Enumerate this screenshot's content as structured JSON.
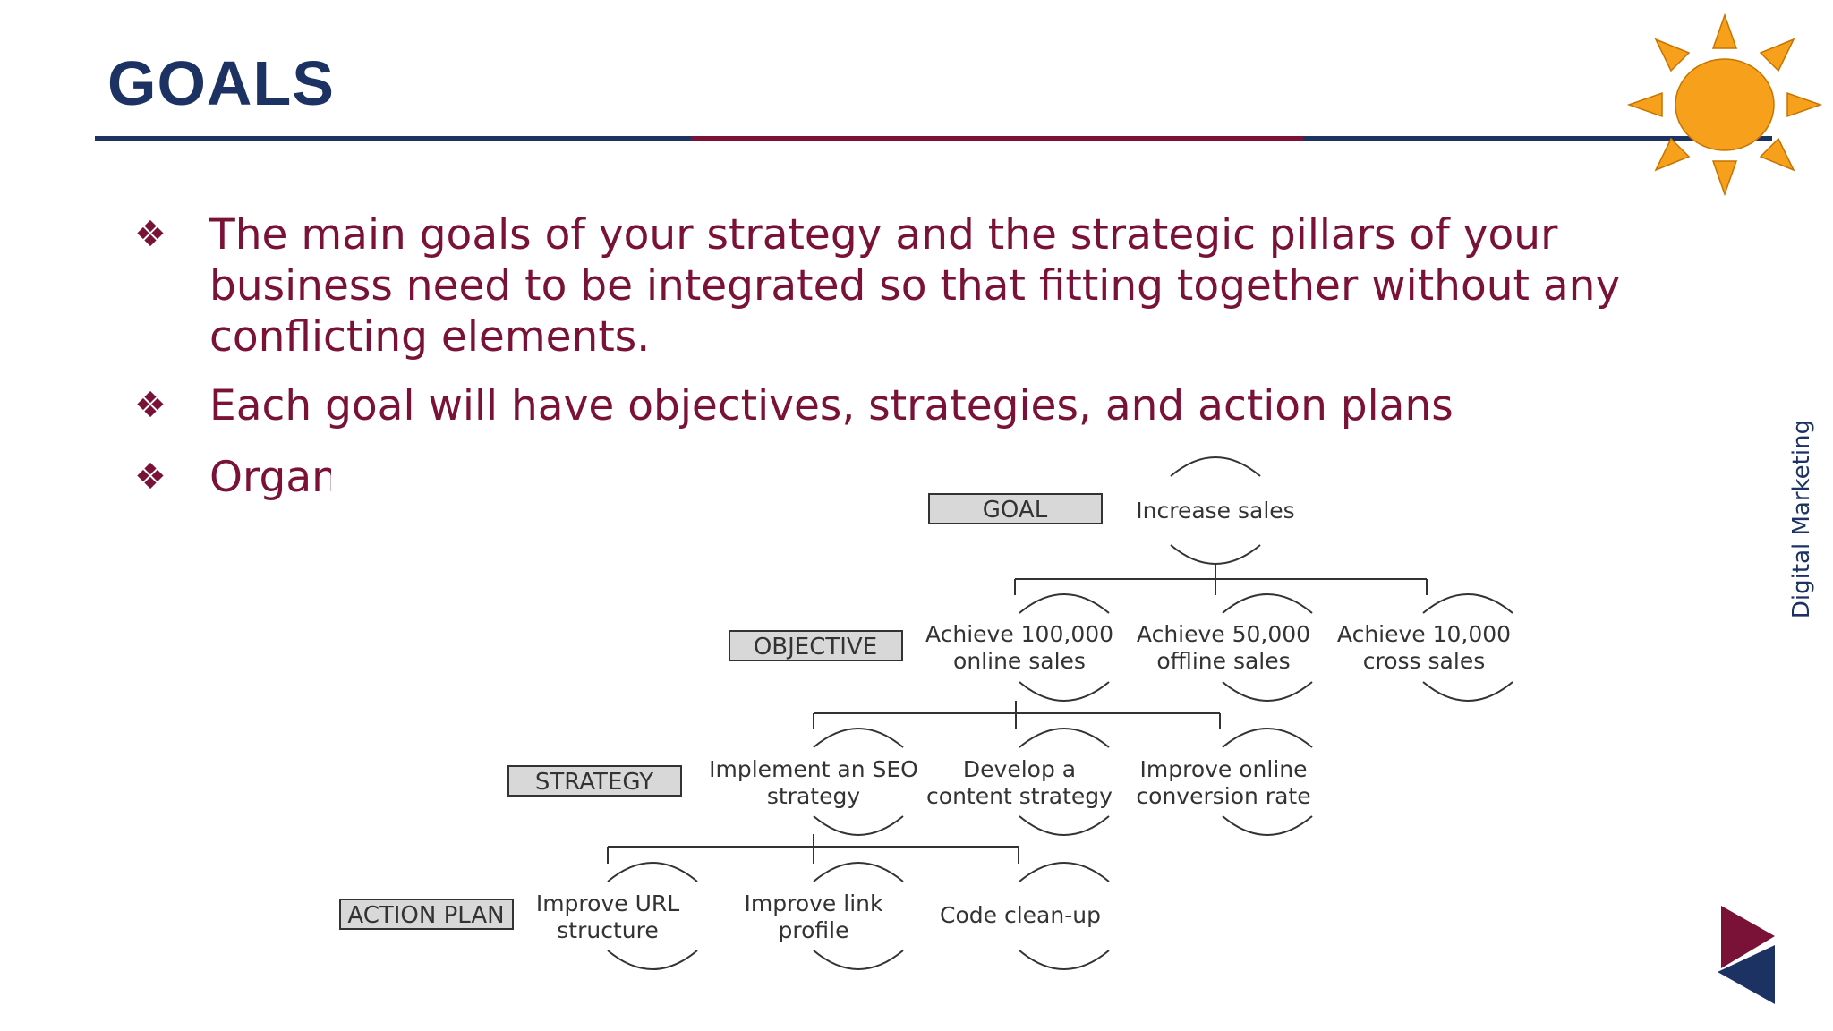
{
  "slide": {
    "title": "GOALS",
    "side_label": "Digital Marketing",
    "colors": {
      "navy": "#1c3263",
      "maroon": "#7a1237",
      "sun": "#f7a01b"
    },
    "bullet_glyph": "❖",
    "bullets": [
      "The main goals of your strategy and the strategic pillars of your business need  to be integrated so that fitting together without any conflicting elements.",
      "Each goal will have objectives, strategies, and action plans",
      "Organi"
    ]
  },
  "diagram": {
    "levels": {
      "goal": "GOAL",
      "objective": "OBJECTIVE",
      "strategy": "STRATEGY",
      "action_plan": "ACTION PLAN"
    },
    "goal": {
      "line1": "Increase sales"
    },
    "objectives": [
      {
        "line1": "Achieve 100,000",
        "line2": "online sales"
      },
      {
        "line1": "Achieve 50,000",
        "line2": "offline sales"
      },
      {
        "line1": "Achieve 10,000",
        "line2": "cross sales"
      }
    ],
    "strategies": [
      {
        "line1": "Implement an SEO",
        "line2": "strategy"
      },
      {
        "line1": "Develop a",
        "line2": "content strategy"
      },
      {
        "line1": "Improve online",
        "line2": "conversion rate"
      }
    ],
    "actions": [
      {
        "line1": "Improve URL",
        "line2": "structure"
      },
      {
        "line1": "Improve link",
        "line2": "profile"
      },
      {
        "line1": "Code clean-up"
      }
    ]
  },
  "icons": {
    "sun": "sun-icon",
    "logo": "play-triangles-logo"
  }
}
